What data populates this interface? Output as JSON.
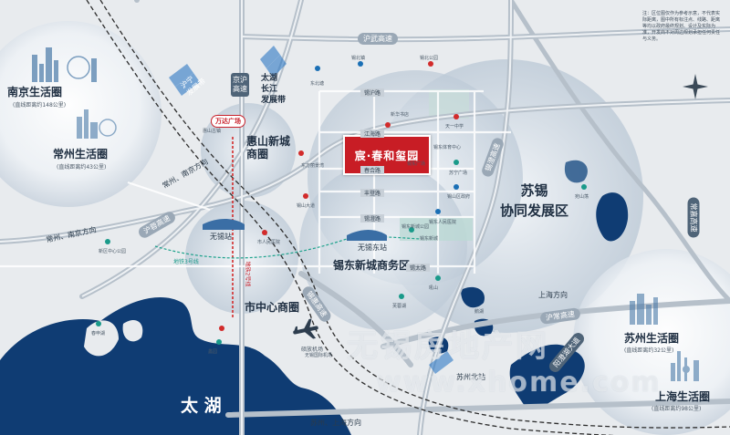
{
  "project": {
    "name": "宸·春和玺园"
  },
  "circles": {
    "nanjing": {
      "title": "南京生活圈",
      "note": "(直线距离约148公里)"
    },
    "changzhou": {
      "title": "常州生活圈",
      "note": "(直线距离约43公里)"
    },
    "suzhou": {
      "title": "苏州生活圈",
      "note": "(直线距离约32公里)"
    },
    "shanghai": {
      "title": "上海生活圈",
      "note": "(直线距离约98公里)"
    }
  },
  "districts": {
    "huishan": "惠山新城\n商圈",
    "xidong": "锡东新城商务区",
    "city_center": "市中心商圈",
    "suxi": "苏锡\n协同发展区",
    "taihu_belt": "太湖\n长江\n发展带",
    "taihu_lake": "太 湖",
    "huning_belt": "沪宁\n发展带"
  },
  "highways": {
    "huwu": "沪武高速",
    "jinghu": "京沪\n高速",
    "hurong_left": "沪蓉高速",
    "changzhou_nanjing": "常州、南京方向",
    "changzhou_nanjing2": "常州、南京方向",
    "xihui": "锡惠高速",
    "changshu": "常嘉高速",
    "huchang": "沪常高速",
    "shanghai_dir": "上海方向",
    "suzhou_shanghai_dir": "苏州、上海方向",
    "xinglin": "锡澄高速",
    "yanghu": "阳澄湖大道"
  },
  "roads": {
    "r1": "锡沪路",
    "r2": "江海路",
    "r3": "春合路",
    "r4": "丰登路",
    "r5": "锡澄路",
    "r6": "锡太路"
  },
  "labels": {
    "wanda": "万达广场",
    "wuxi_station": "无锡站",
    "wuxi_east": "无锡东站",
    "suzhou_north": "苏州北站",
    "shuofang": "硕放机场",
    "metro_l2": "地铁2号线",
    "metro_l3": "地铁3号线"
  },
  "pois": [
    "惠山古镇",
    "东方丽景湾",
    "锡东广场",
    "苏宁广场",
    "锡东新城",
    "锡东新城公园",
    "宛山荡",
    "新华书店",
    "天一中学",
    "东北塘",
    "锡北镇",
    "锡北公园",
    "锡山区政府",
    "锡东人民医院",
    "市人民医院",
    "无锡国际机场",
    "新区中心公园",
    "鹅湖",
    "蠡园",
    "锡山大道",
    "吼山",
    "芙蓉湖",
    "锡东体育中心",
    "春申湖"
  ],
  "legend": "注：区位图仅作为参考示意，不代表实际距离，图中所有标注点、线路、距离等均以政府最终规划、设计及实际为准，开发商不对周边规划承担任何责任与义务。",
  "watermark": {
    "line1": "无锡房地产网",
    "line2": "www.xhome.com"
  },
  "colors": {
    "accent": "#c81d25",
    "lake": "#0f3c73",
    "district_fill": "#d7e0ea",
    "highway": "#9aa8b6"
  }
}
